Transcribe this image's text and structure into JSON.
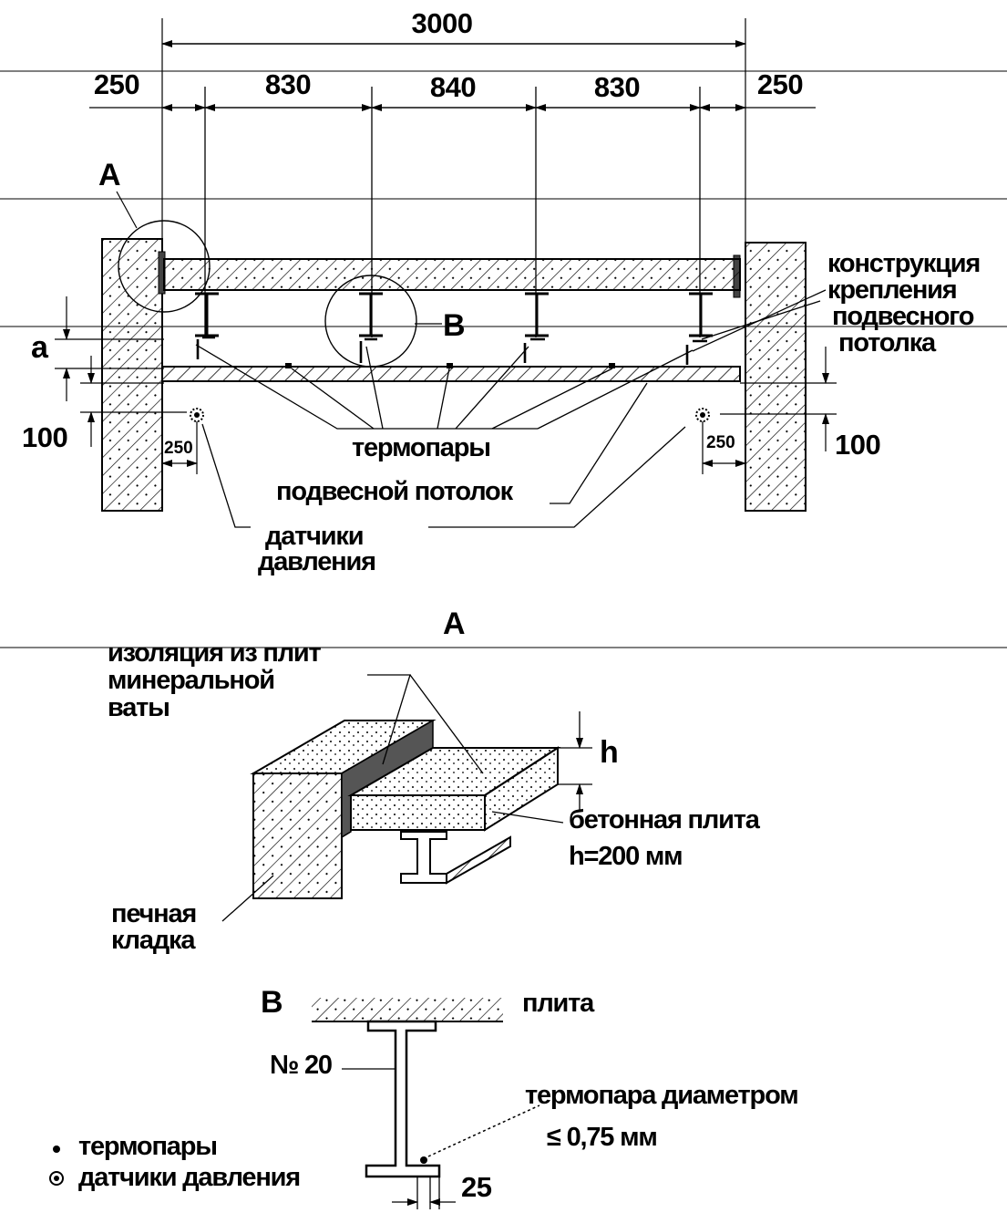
{
  "top_view": {
    "dims": {
      "total": "3000",
      "left_margin": "250",
      "span_1": "830",
      "span_2": "840",
      "span_3": "830",
      "right_margin": "250",
      "left_offset": "100",
      "right_offset": "100",
      "sensor_left": "250",
      "sensor_right": "250",
      "gap": "a"
    },
    "callout_a": "A",
    "callout_b": "B",
    "labels": {
      "mounting_line1": "конструкция",
      "mounting_line2": "крепления",
      "mounting_line3": "подвесного",
      "mounting_line4": "потолка",
      "thermocouples": "термопары",
      "suspended_ceiling": "подвесной потолок",
      "pressure_line1": "датчики",
      "pressure_line2": "давления"
    }
  },
  "detail_a": {
    "title": "A",
    "insulation_line1": "изоляция из плит",
    "insulation_line2": "минеральной",
    "insulation_line3": "ваты",
    "h_label": "h",
    "slab_line1": "бетонная плита",
    "slab_line2": "h=200 мм",
    "masonry_line1": "печная",
    "masonry_line2": "кладка"
  },
  "detail_b": {
    "title": "B",
    "slab": "плита",
    "beam": "№ 20",
    "tc_line1": "термопара диаметром",
    "tc_line2": "≤ 0,75 мм",
    "dim": "25"
  },
  "legend": {
    "thermocouples": "термопары",
    "pressure_sensors": "датчики давления"
  }
}
